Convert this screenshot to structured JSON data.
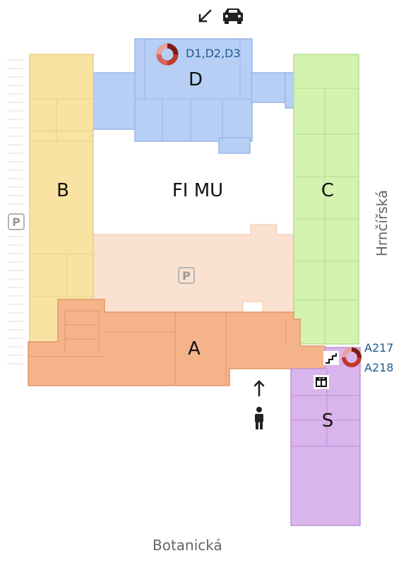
{
  "campus": {
    "name": "FI MU"
  },
  "wings": {
    "a": "A",
    "b": "B",
    "c": "C",
    "d": "D",
    "s": "S"
  },
  "rooms": {
    "d_group": "D1,D2,D3",
    "a217": "A217",
    "a218": "A218"
  },
  "streets": {
    "south": "Botanická",
    "east": "Hrnčířská"
  },
  "parking": {
    "symbol": "P"
  },
  "colors": {
    "wing_a": "#f5b38a",
    "wing_b": "#f9e3a3",
    "wing_c": "#d4f2b0",
    "wing_d": "#b7cff5",
    "wing_s": "#dab4ec",
    "courtyard_parking": "#fbe1d0",
    "room_marker": "#c0392b",
    "room_text": "#1f5a8f"
  },
  "icons": {
    "car_arrow": "arrow-down-left-icon",
    "car": "car-icon",
    "entrance_arrow": "arrow-up-icon",
    "pedestrian": "person-icon",
    "stairs": "stairs-icon",
    "elevator": "elevator-icon",
    "room_marker": "location-ring-icon"
  }
}
